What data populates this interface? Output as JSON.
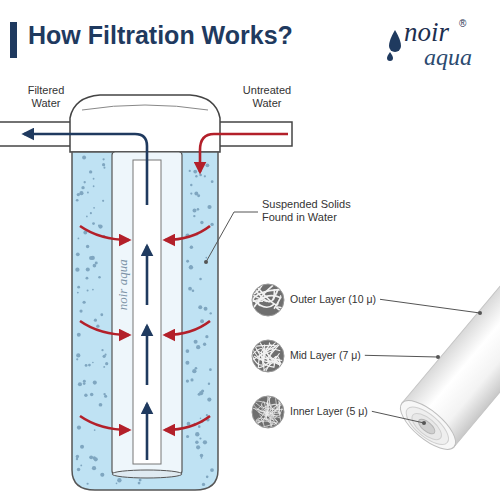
{
  "diagram": {
    "title": "How Filtration Works?",
    "labels": [
      "noir",
      "®",
      "aqua",
      "Filtered Water",
      "Untreated Water",
      "Suspended Solids Found in Water",
      "Outer Layer (10 μ)",
      "Mid Layer (7 μ)",
      "Inner Layer (5 μ)",
      "noir aqua"
    ]
  }
}
